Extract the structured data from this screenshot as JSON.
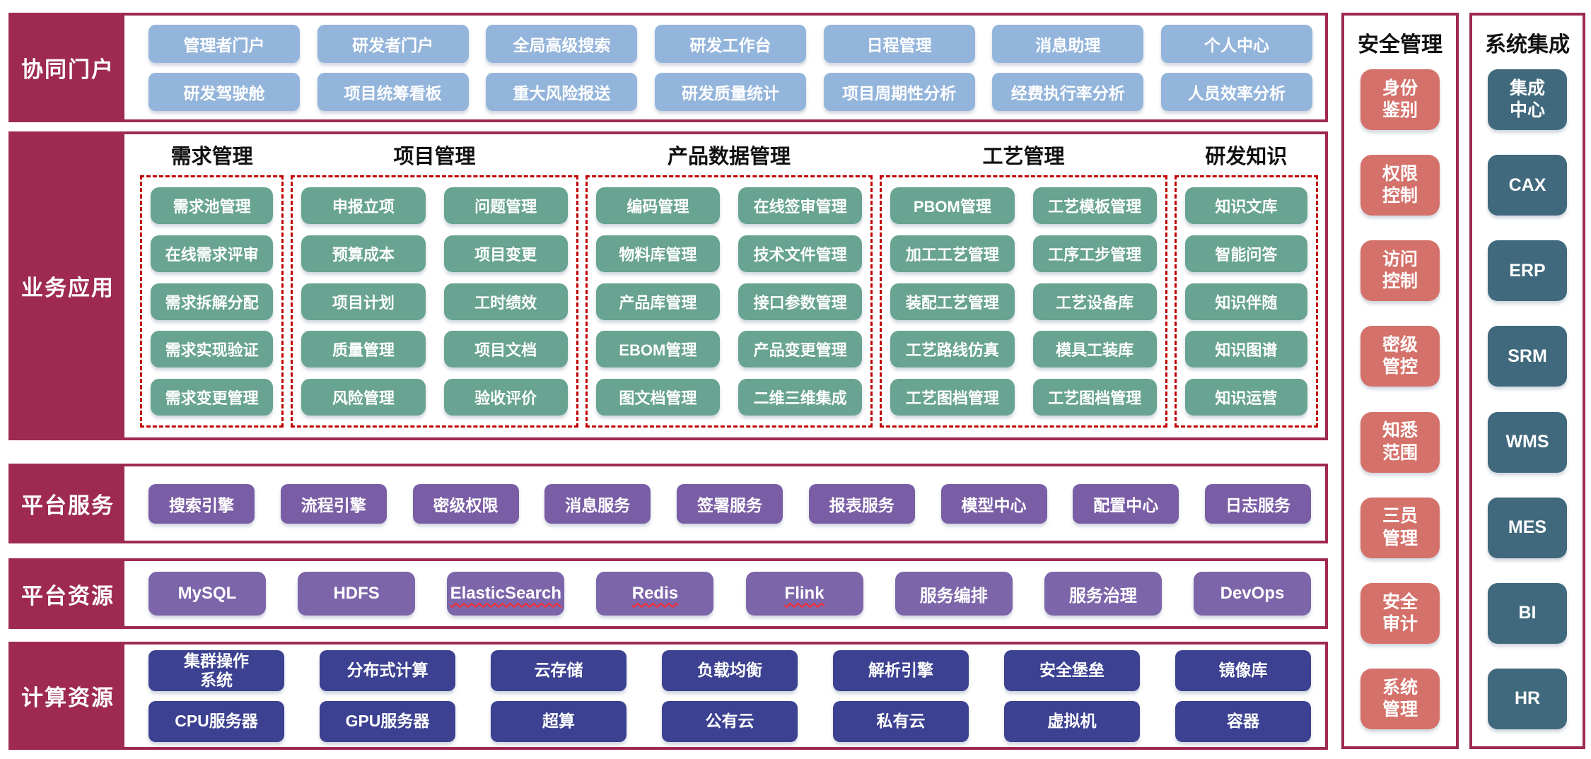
{
  "colors": {
    "maroon": "#9e2a52",
    "portal_blue": "#94b5db",
    "business_green": "#68a491",
    "service_purple": "#7a5ea5",
    "resource_purple": "#7d65aa",
    "compute_indigo": "#3c4191",
    "security_salmon": "#d4716a",
    "integration_teal": "#41697d",
    "group_dashed_red": "#c00000"
  },
  "portal": {
    "label": "协同门户",
    "rows": [
      [
        "管理者门户",
        "研发者门户",
        "全局高级搜索",
        "研发工作台",
        "日程管理",
        "消息助理",
        "个人中心"
      ],
      [
        "研发驾驶舱",
        "项目统筹看板",
        "重大风险报送",
        "研发质量统计",
        "项目周期性分析",
        "经费执行率分析",
        "人员效率分析"
      ]
    ]
  },
  "business": {
    "label": "业务应用",
    "groups": [
      {
        "title": "需求管理",
        "columns": [
          [
            "需求池管理",
            "在线需求评审",
            "需求拆解分配",
            "需求实现验证",
            "需求变更管理"
          ]
        ]
      },
      {
        "title": "项目管理",
        "columns": [
          [
            "申报立项",
            "预算成本",
            "项目计划",
            "质量管理",
            "风险管理"
          ],
          [
            "问题管理",
            "项目变更",
            "工时绩效",
            "项目文档",
            "验收评价"
          ]
        ]
      },
      {
        "title": "产品数据管理",
        "columns": [
          [
            "编码管理",
            "物料库管理",
            "产品库管理",
            "EBOM管理",
            "图文档管理"
          ],
          [
            "在线签审管理",
            "技术文件管理",
            "接口参数管理",
            "产品变更管理",
            "二维三维集成"
          ]
        ]
      },
      {
        "title": "工艺管理",
        "columns": [
          [
            "PBOM管理",
            "加工工艺管理",
            "装配工艺管理",
            "工艺路线仿真",
            "工艺图档管理"
          ],
          [
            "工艺模板管理",
            "工序工步管理",
            "工艺设备库",
            "模具工装库",
            "工艺图档管理"
          ]
        ]
      },
      {
        "title": "研发知识",
        "columns": [
          [
            "知识文库",
            "智能问答",
            "知识伴随",
            "知识图谱",
            "知识运营"
          ]
        ]
      }
    ]
  },
  "services": {
    "label": "平台服务",
    "buttons": [
      "搜索引擎",
      "流程引擎",
      "密级权限",
      "消息服务",
      "签署服务",
      "报表服务",
      "模型中心",
      "配置中心",
      "日志服务"
    ]
  },
  "resources": {
    "label": "平台资源",
    "buttons": [
      {
        "text": "MySQL",
        "misspell": false
      },
      {
        "text": "HDFS",
        "misspell": false
      },
      {
        "text": "ElasticSearch",
        "misspell": true
      },
      {
        "text": "Redis",
        "misspell": true
      },
      {
        "text": "Flink",
        "misspell": true
      },
      {
        "text": "服务编排",
        "misspell": false
      },
      {
        "text": "服务治理",
        "misspell": false
      },
      {
        "text": "DevOps",
        "misspell": false
      }
    ]
  },
  "compute": {
    "label": "计算资源",
    "rows": [
      [
        "集群操作\n系统",
        "分布式计算",
        "云存储",
        "负载均衡",
        "解析引擎",
        "安全堡垒",
        "镜像库"
      ],
      [
        "CPU服务器",
        "GPU服务器",
        "超算",
        "公有云",
        "私有云",
        "虚拟机",
        "容器"
      ]
    ]
  },
  "panels": [
    {
      "title": "安全管理",
      "items": [
        "身份\n鉴别",
        "权限\n控制",
        "访问\n控制",
        "密级\n管控",
        "知悉\n范围",
        "三员\n管理",
        "安全\n审计",
        "系统\n管理"
      ]
    },
    {
      "title": "系统集成",
      "items": [
        "集成\n中心",
        "CAX",
        "ERP",
        "SRM",
        "WMS",
        "MES",
        "BI",
        "HR"
      ]
    }
  ]
}
